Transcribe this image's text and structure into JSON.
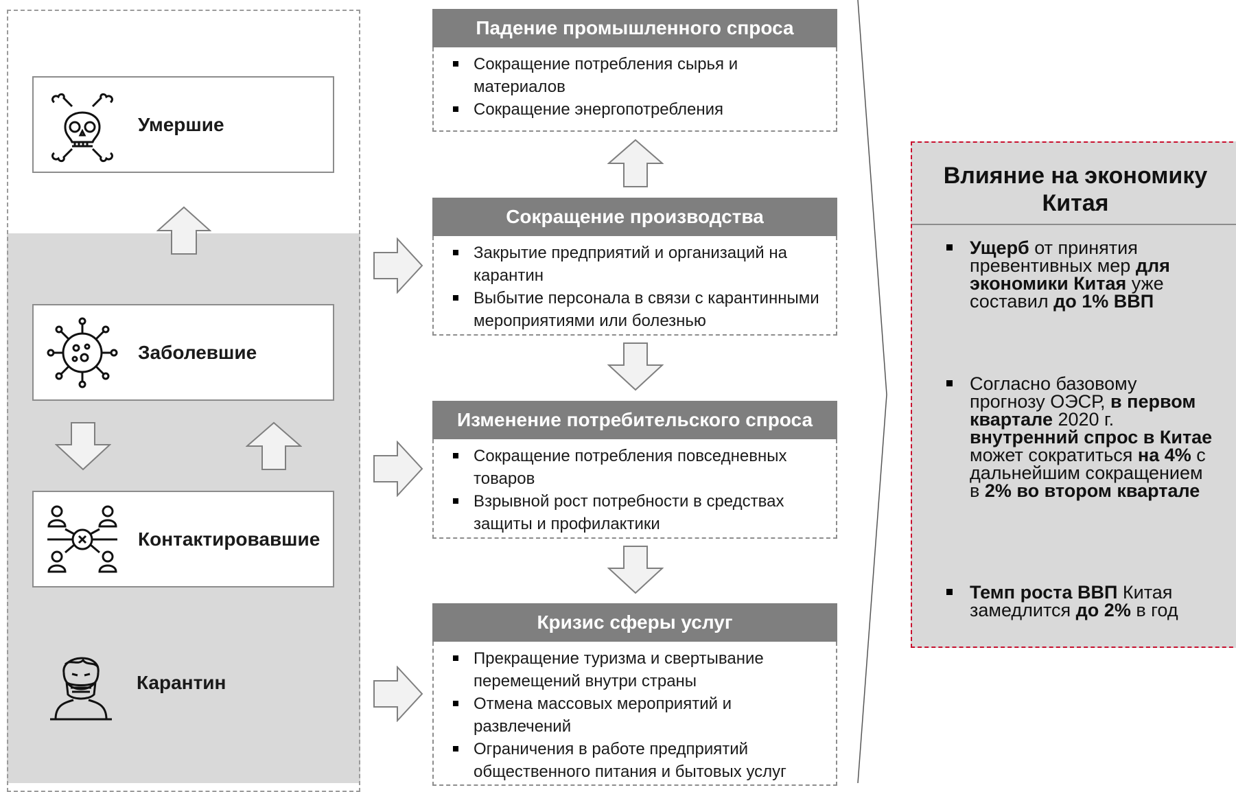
{
  "left": {
    "dead": "Умершие",
    "sick": "Заболевшие",
    "contacts": "Контактировавшие",
    "quarantine": "Карантин"
  },
  "boxes": [
    {
      "title": "Падение промышленного спроса",
      "items": [
        "Сокращение потребления сырья и материалов",
        "Сокращение энергопотребления"
      ]
    },
    {
      "title": "Сокращение производства",
      "items": [
        "Закрытие предприятий и организаций на карантин",
        "Выбытие персонала в связи с карантинными мероприятиями или болезнью"
      ]
    },
    {
      "title": "Изменение потребительского спроса",
      "items": [
        "Сокращение потребления повседневных товаров",
        "Взрывной рост потребности в средствах защиты и профилактики"
      ]
    },
    {
      "title": "Кризис сферы услуг",
      "items": [
        "Прекращение туризма и свертывание перемещений внутри страны",
        "Отмена массовых мероприятий и развлечений",
        "Ограничения в работе предприятий общественного питания и бытовых услуг"
      ]
    }
  ],
  "right": {
    "title": "Влияние на экономику Китая",
    "b1": {
      "p1": "Ущерб",
      "p2": " от принятия превентивных мер ",
      "p3": "для экономики Китая",
      "p4": " уже составил ",
      "p5": "до 1% ВВП"
    },
    "b2": {
      "p1": "Согласно базовому прогнозу ОЭСР, ",
      "p2": "в первом квартале",
      "p3": " 2020 г. ",
      "p4": "внутренний спрос в Китае",
      "p5": " может сократиться ",
      "p6": "на 4%",
      "p7": " с дальнейшим сокращением в ",
      "p8": "2% во втором квартале"
    },
    "b3": {
      "p1": "Темп роста ВВП",
      "p2": " Китая замедлится ",
      "p3": "до 2%",
      "p4": " в год"
    }
  },
  "colors": {
    "header_gray": "#7f7f7f",
    "panel_gray": "#d9d9d9",
    "accent_red": "#c8102e"
  }
}
